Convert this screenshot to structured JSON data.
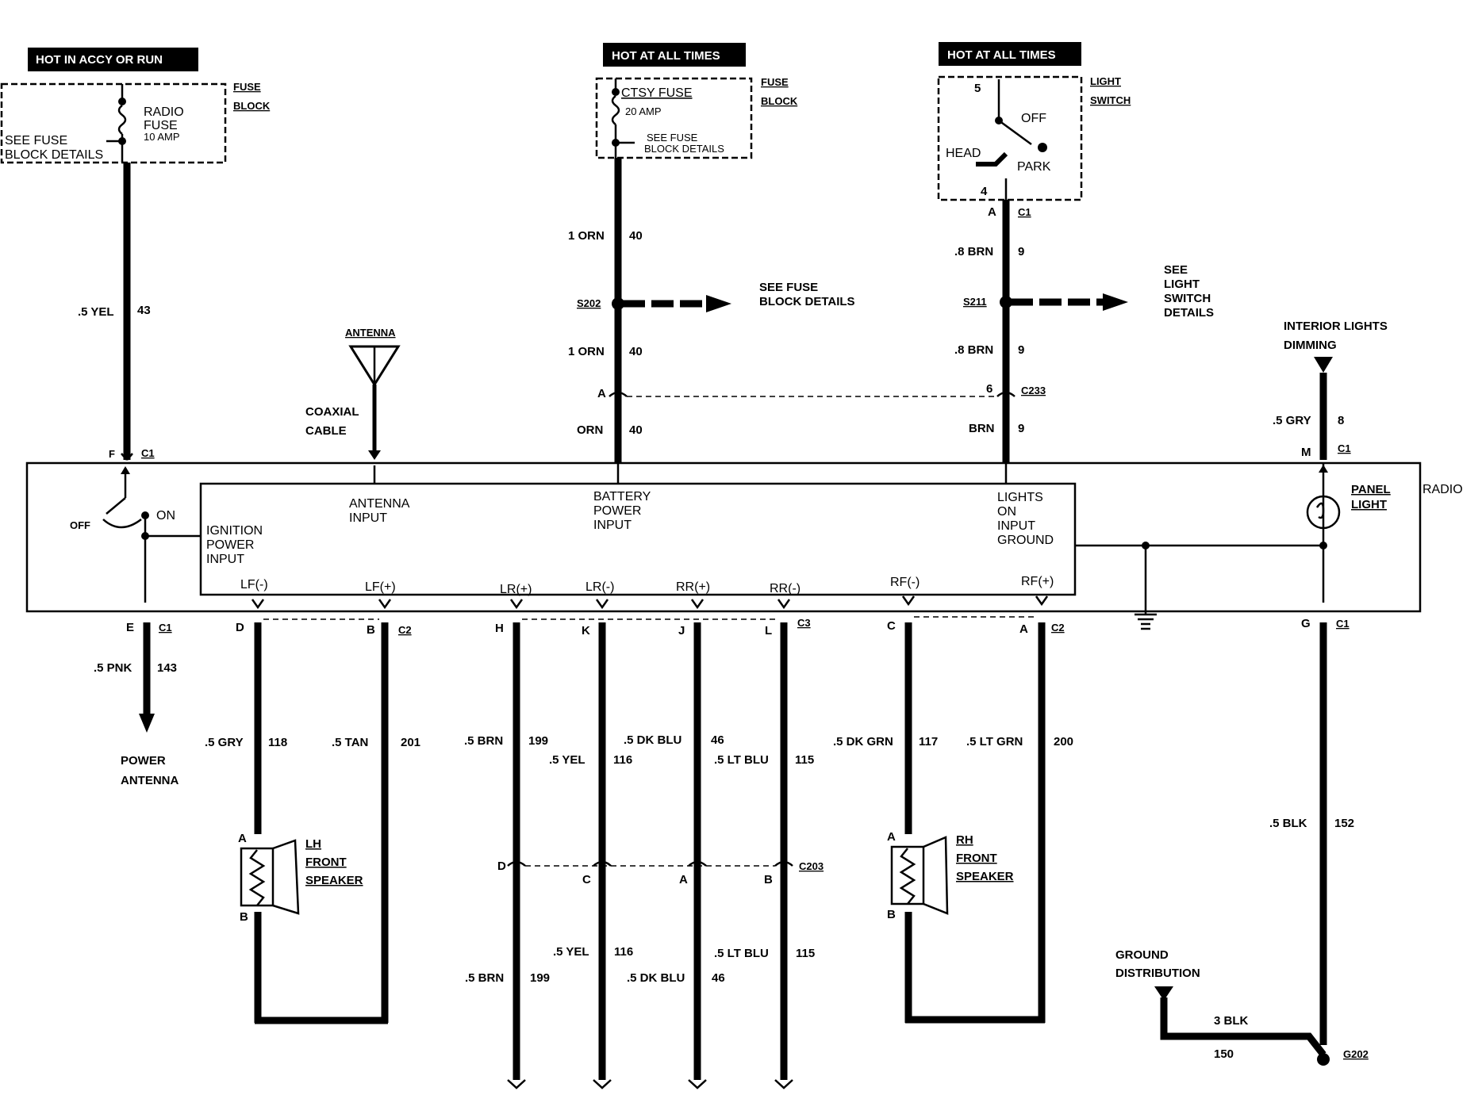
{
  "hot_labels": {
    "accy_run": "HOT IN ACCY OR RUN",
    "always_1": "HOT AT ALL TIMES",
    "always_2": "HOT AT ALL TIMES"
  },
  "fuse_block_1": {
    "tag_line1": "FUSE",
    "tag_line2": "BLOCK",
    "fuse_name_1": "RADIO",
    "fuse_name_2": "FUSE",
    "fuse_amp": "10 AMP",
    "see_1": "SEE FUSE",
    "see_2": "BLOCK DETAILS"
  },
  "fuse_block_2": {
    "tag_line1": "FUSE",
    "tag_line2": "BLOCK",
    "fuse_name": "CTSY FUSE",
    "fuse_amp": "20 AMP",
    "see_1": "SEE FUSE",
    "see_2": "BLOCK DETAILS"
  },
  "light_switch": {
    "tag_line1": "LIGHT",
    "tag_line2": "SWITCH",
    "pin_top": "5",
    "pin_bottom": "4",
    "off": "OFF",
    "head": "HEAD",
    "park": "PARK"
  },
  "wires": {
    "w43_color": ".5 YEL",
    "w43_num": "43",
    "w40a_color": "1 ORN",
    "w40a_num": "40",
    "w40b_color": "1 ORN",
    "w40b_num": "40",
    "w40c_color": "ORN",
    "w40c_num": "40",
    "w9a_color": ".8 BRN",
    "w9a_num": "9",
    "w9b_color": ".8 BRN",
    "w9b_num": "9",
    "w9c_color": "BRN",
    "w9c_num": "9",
    "w8_color": ".5 GRY",
    "w8_num": "8",
    "w143_color": ".5 PNK",
    "w143_num": "143",
    "w118_color": ".5 GRY",
    "w118_num": "118",
    "w201_color": ".5 TAN",
    "w201_num": "201",
    "w199a_color": ".5 BRN",
    "w199a_num": "199",
    "w116a_color": ".5 YEL",
    "w116a_num": "116",
    "w46a_color": ".5 DK BLU",
    "w46a_num": "46",
    "w115a_color": ".5 LT BLU",
    "w115a_num": "115",
    "w117_color": ".5 DK GRN",
    "w117_num": "117",
    "w200_color": ".5 LT GRN",
    "w200_num": "200",
    "w152_color": ".5 BLK",
    "w152_num": "152",
    "w116b_color": ".5 YEL",
    "w116b_num": "116",
    "w115b_color": ".5 LT BLU",
    "w115b_num": "115",
    "w199b_color": ".5 BRN",
    "w199b_num": "199",
    "w46b_color": ".5 DK BLU",
    "w46b_num": "46",
    "w150_color": "3 BLK",
    "w150_num": "150"
  },
  "splices": {
    "s202": "S202",
    "s202_see_1": "SEE FUSE",
    "s202_see_2": "BLOCK DETAILS",
    "s211": "S211",
    "s211_see_1": "SEE",
    "s211_see_2": "LIGHT",
    "s211_see_3": "SWITCH",
    "s211_see_4": "DETAILS"
  },
  "connectors": {
    "c1": "C1",
    "c2": "C2",
    "c3": "C3",
    "c233": "C233",
    "c203": "C203",
    "g202": "G202",
    "pin_a": "A",
    "pin_b": "B",
    "pin_c": "C",
    "pin_d": "D",
    "pin_e": "E",
    "pin_f": "F",
    "pin_g": "G",
    "pin_h": "H",
    "pin_j": "J",
    "pin_k": "K",
    "pin_l": "L",
    "pin_m": "M",
    "pin_6": "6"
  },
  "antenna": {
    "title": "ANTENNA",
    "coax_1": "COAXIAL",
    "coax_2": "CABLE"
  },
  "interior": {
    "line1": "INTERIOR LIGHTS",
    "line2": "DIMMING"
  },
  "radio": {
    "name": "RADIO",
    "off": "OFF",
    "on": "ON",
    "ign_1": "IGNITION",
    "ign_2": "POWER",
    "ign_3": "INPUT",
    "ant_1": "ANTENNA",
    "ant_2": "INPUT",
    "bat_1": "BATTERY",
    "bat_2": "POWER",
    "bat_3": "INPUT",
    "lights_1": "LIGHTS",
    "lights_2": "ON",
    "lights_3": "INPUT",
    "lights_4": "GROUND",
    "panel_1": "PANEL",
    "panel_2": "LIGHT",
    "lf_neg": "LF(-)",
    "lf_pos": "LF(+)",
    "lr_pos": "LR(+)",
    "lr_neg": "LR(-)",
    "rr_pos": "RR(+)",
    "rr_neg": "RR(-)",
    "rf_neg": "RF(-)",
    "rf_pos": "RF(+)"
  },
  "power_antenna": {
    "line1": "POWER",
    "line2": "ANTENNA"
  },
  "lh_speaker": {
    "line1": "LH",
    "line2": "FRONT",
    "line3": "SPEAKER"
  },
  "rh_speaker": {
    "line1": "RH",
    "line2": "FRONT",
    "line3": "SPEAKER"
  },
  "ground_dist": {
    "line1": "GROUND",
    "line2": "DISTRIBUTION"
  }
}
